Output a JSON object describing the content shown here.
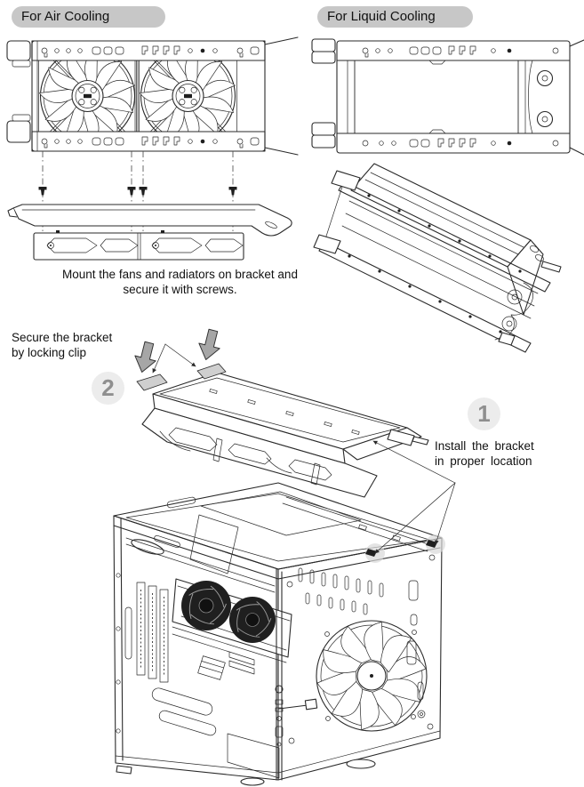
{
  "headers": {
    "air_cooling": "For Air Cooling",
    "liquid_cooling": "For Liquid Cooling"
  },
  "captions": {
    "mount": {
      "line1": "Mount the fans and radiators on bracket and",
      "line2": "secure it with screws."
    },
    "secure": {
      "line1": "Secure the bracket",
      "line2": "by locking clip"
    },
    "install": {
      "line1": "Install the bracket",
      "line2": "in proper location"
    }
  },
  "steps": {
    "install_number": "1",
    "secure_number": "2"
  },
  "figures": {
    "air_bracket": "fan-bracket-front-figure",
    "liquid_bracket": "empty-bracket-front-figure",
    "exploded": "screws-exploded-side-figure",
    "radiator": "radiator-on-bracket-figure",
    "bracket_clip": "bracket-locking-clip-figure",
    "case": "pc-case-isometric-figure"
  },
  "colors": {
    "background": "#ffffff",
    "header_pill": "#c7c7c7",
    "text": "#111111",
    "line_art": "#2a2a2a",
    "step_circle_bg": "#ececec",
    "step_number": "#8f8f8f",
    "block_arrow": "#a6a6a6",
    "clip_highlight": "#cfcfcf",
    "mount_highlight": "#d9d9d9",
    "dark_fill": "#1f1f1f"
  }
}
